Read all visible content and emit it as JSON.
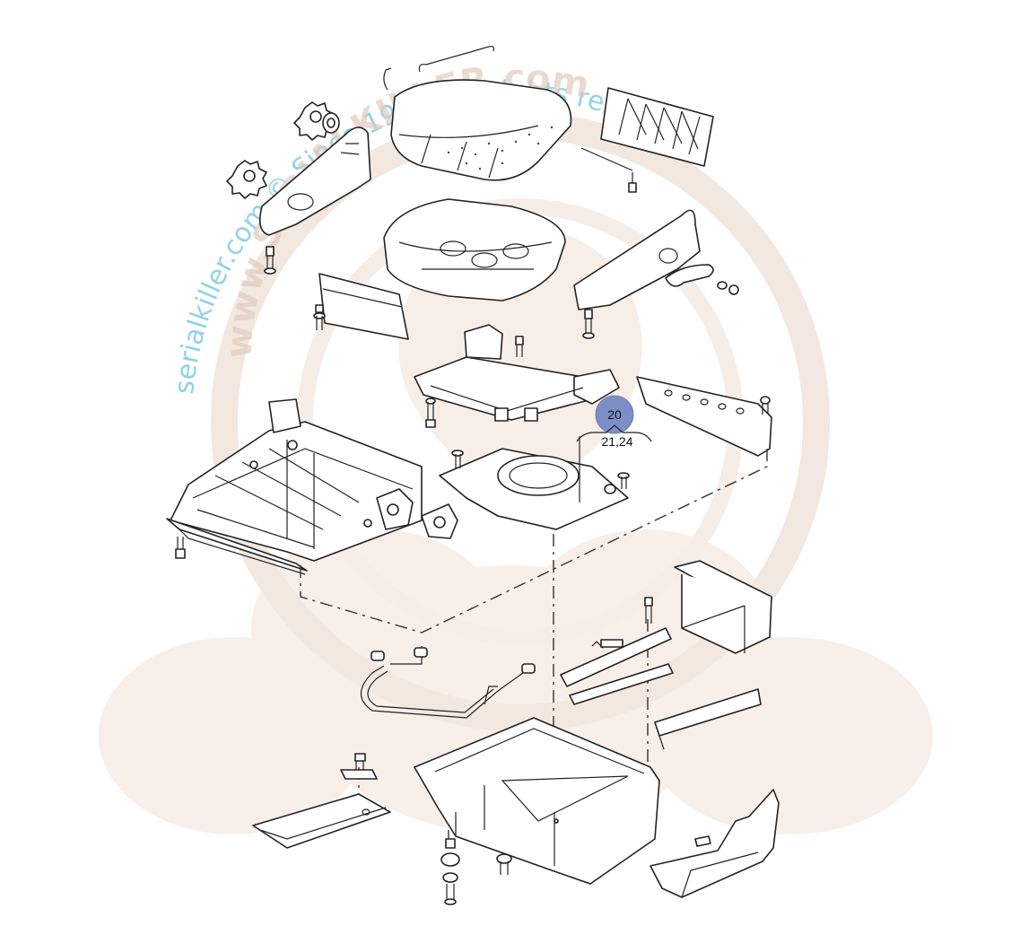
{
  "diagram": {
    "watermark": {
      "line1": "serialkiller.com © Since 1999 All Rights reserved",
      "line2": "www.SERIALKILLER.com",
      "color_light_blue": "#6fc2e8",
      "color_tan": "#e8d4c6"
    },
    "callout": {
      "number": "20",
      "sub_numbers": "21,24",
      "color": "#7d8ec7"
    }
  }
}
